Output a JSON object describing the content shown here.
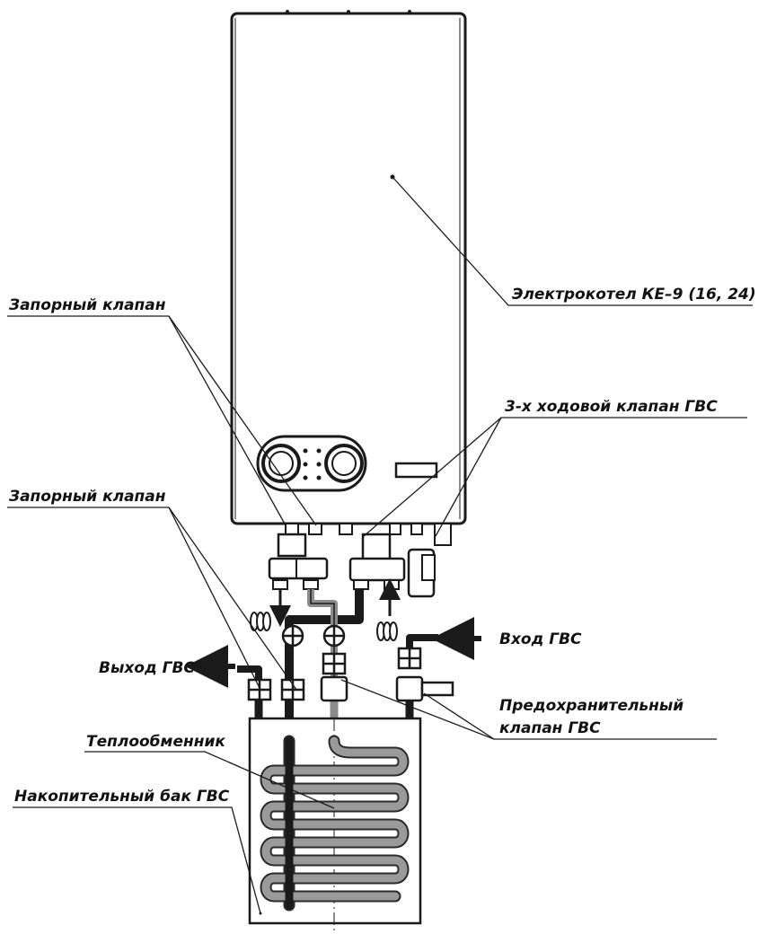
{
  "labels": {
    "boiler": "Электрокотел КЕ–9 (16, 24)",
    "shutoff_valve_top": "Запорный клапан",
    "three_way_valve": "3-х ходовой клапан ГВС",
    "shutoff_valve_mid": "Запорный клапан",
    "dhw_inlet": "Вход ГВС",
    "dhw_outlet": "Выход ГВС",
    "safety_valve_line1": "Предохранительный",
    "safety_valve_line2": "клапан ГВС",
    "heat_exchanger": "Теплообменник",
    "storage_tank": "Накопительный бак ГВС"
  },
  "colors": {
    "line": "#1a1a1a",
    "pipe_dark": "#1a1a1a",
    "pipe_grey": "#8c8c8c",
    "coil": "#9a9a9a",
    "coil_edge": "#2a2a2a",
    "fill": "#ffffff"
  }
}
